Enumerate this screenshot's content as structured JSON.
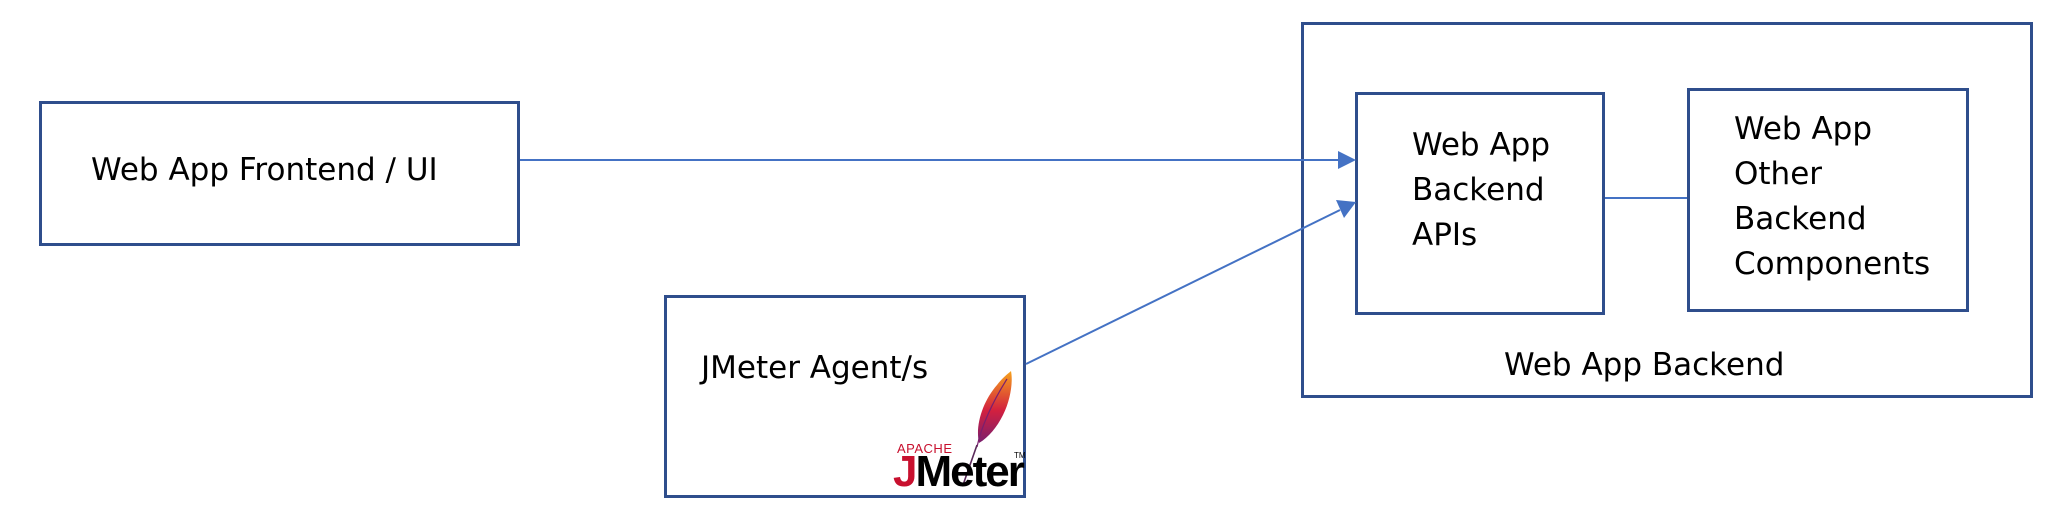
{
  "diagram": {
    "frontend": {
      "label": "Web App Frontend / UI"
    },
    "agent": {
      "label": "JMeter Agent/s"
    },
    "logo": {
      "apache": "APACHE",
      "j": "J",
      "rest": "Meter",
      "tm": "TM"
    },
    "backend_group": {
      "label": "Web App Backend"
    },
    "backend_apis": {
      "lines": [
        "Web App",
        "Backend",
        "APIs"
      ]
    },
    "other_components": {
      "lines": [
        "Web App",
        "Other",
        "Backend",
        "Components"
      ]
    },
    "colors": {
      "border": "#2F4E8C",
      "connector": "#4472C4",
      "logo_red": "#C8102E"
    }
  }
}
